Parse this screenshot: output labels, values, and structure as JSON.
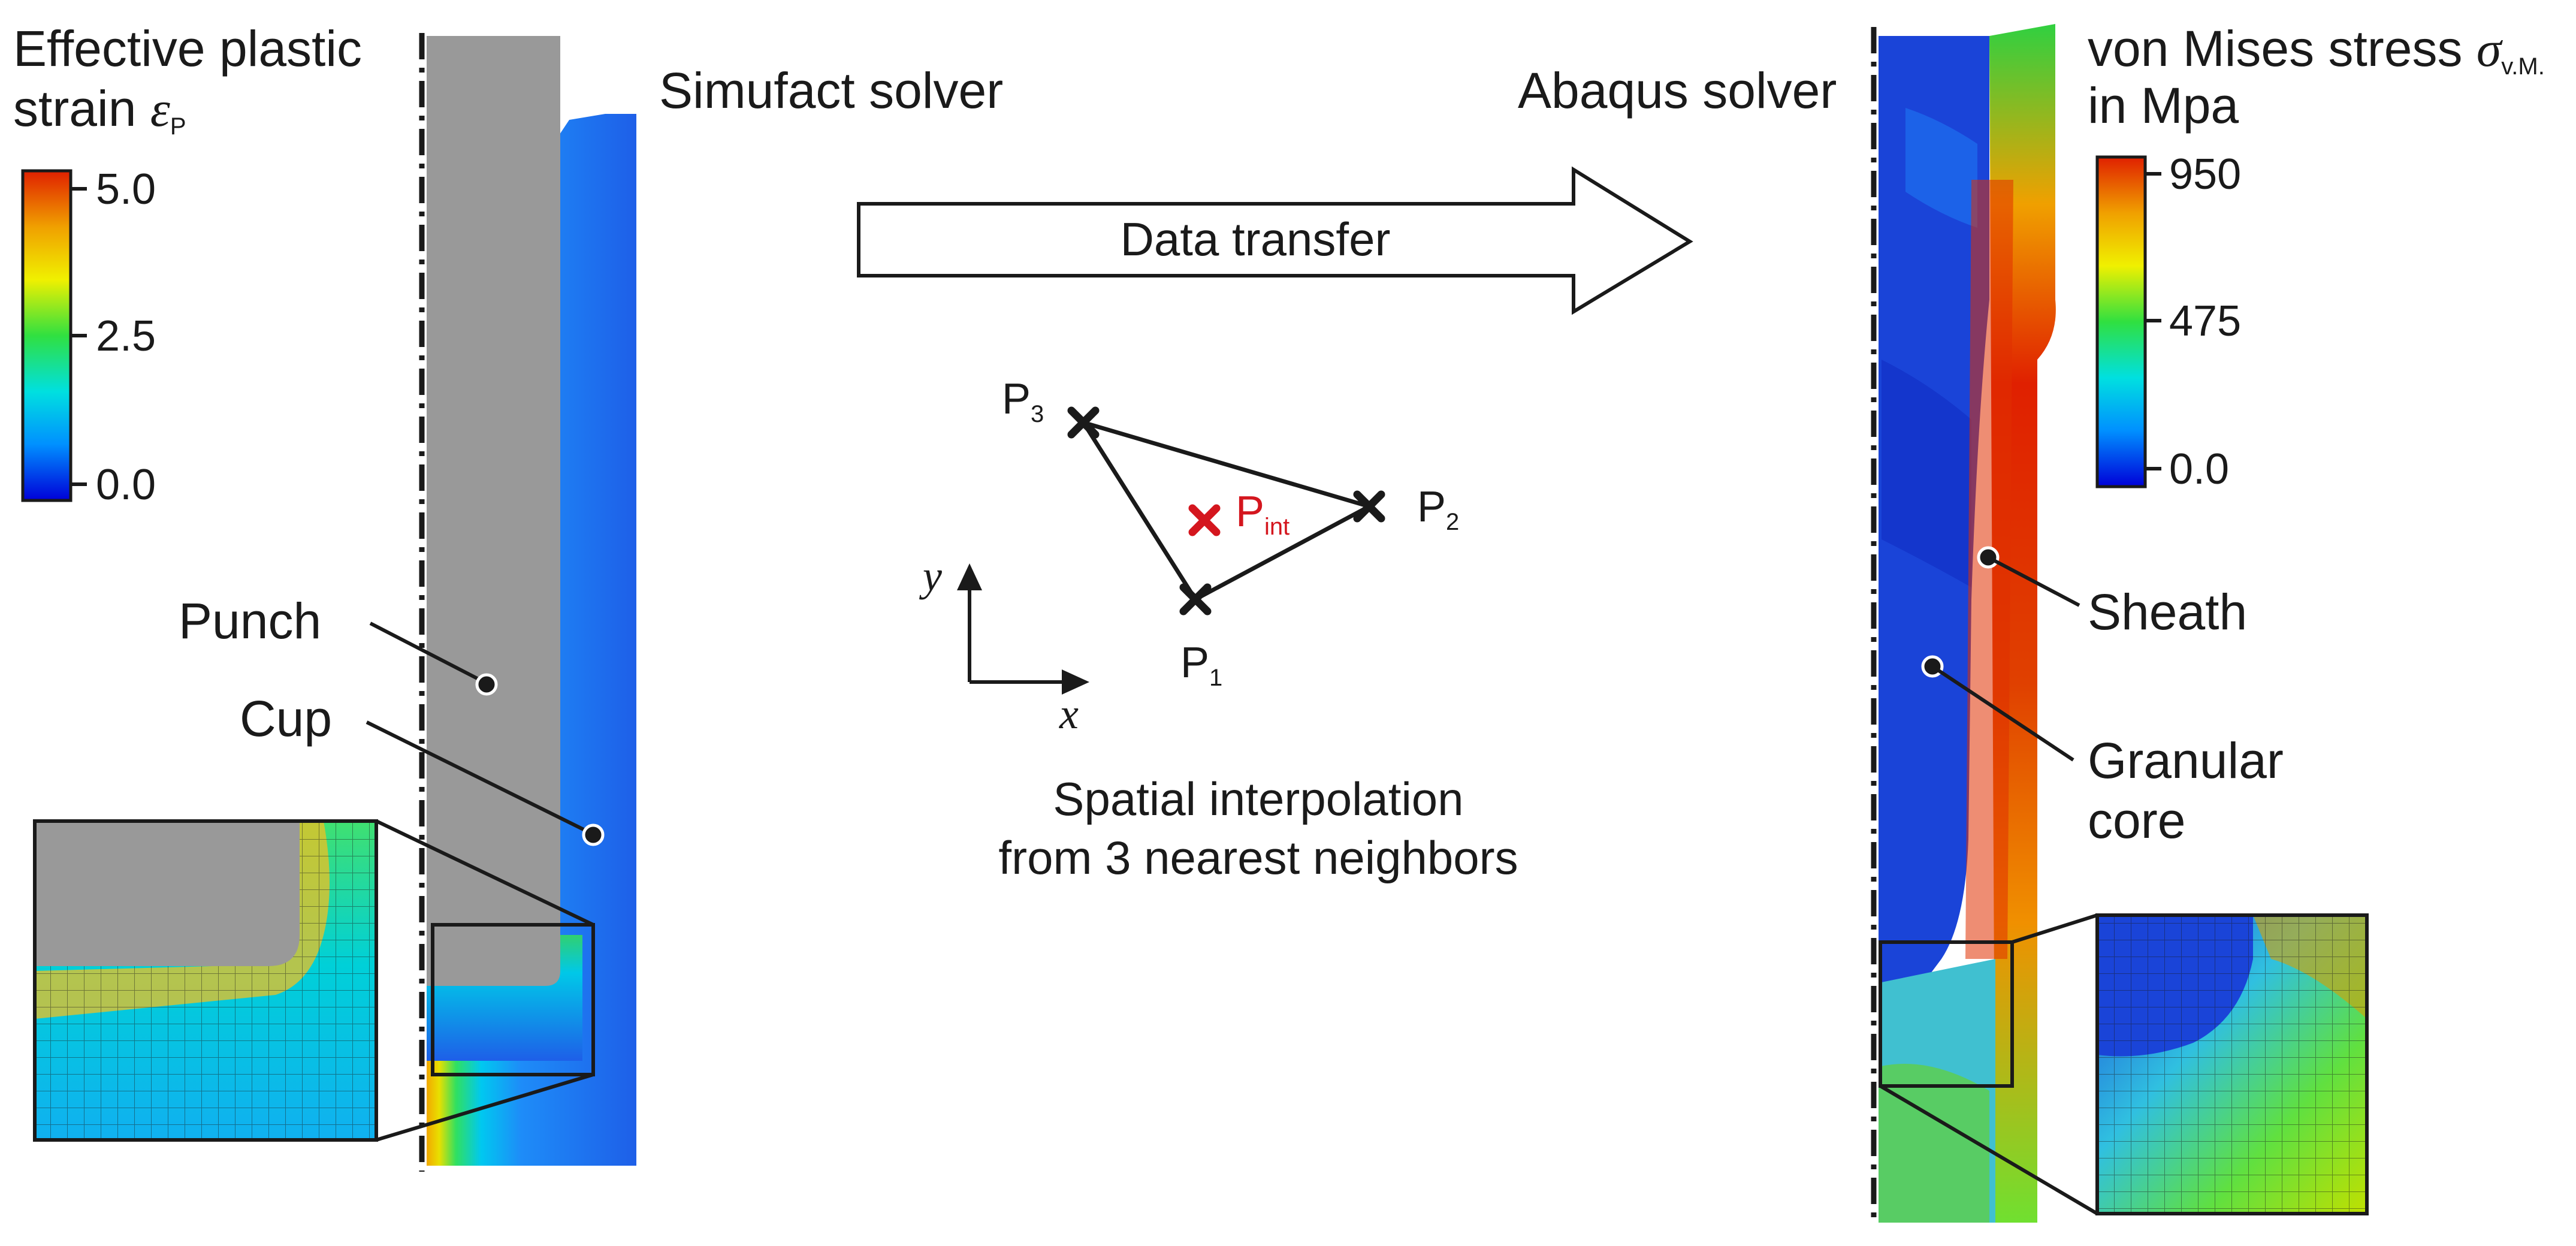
{
  "left_panel": {
    "legend_title_line1": "Effective plastic",
    "legend_title_line2": "strain ",
    "legend_symbol": "ε",
    "legend_symbol_sub": "P",
    "ticks": [
      "5.0",
      "2.5",
      "0.0"
    ],
    "solver_label": "Simufact solver",
    "punch_label": "Punch",
    "cup_label": "Cup"
  },
  "middle": {
    "arrow_label": "Data transfer",
    "p3": "P",
    "p3_sub": "3",
    "p2": "P",
    "p2_sub": "2",
    "p1": "P",
    "p1_sub": "1",
    "pint": "P",
    "pint_sub": "int",
    "axis_x": "x",
    "axis_y": "y",
    "caption_line1": "Spatial interpolation",
    "caption_line2": "from 3 nearest neighbors"
  },
  "right_panel": {
    "solver_label": "Abaqus solver",
    "legend_title_line1": "von Mises stress ",
    "legend_symbol": "σ",
    "legend_symbol_sub": "v.M.",
    "legend_title_line2": "in Mpa",
    "ticks": [
      "950",
      "475",
      "0.0"
    ],
    "sheath_label": "Sheath",
    "core_label_line1": "Granular",
    "core_label_line2": "core"
  },
  "colors": {
    "punch_gray": "#999999",
    "cup_blue": "#1e5fe8",
    "core_blue": "#1a44d8",
    "interp_red": "#d4161e",
    "colormap": [
      "#0000d8",
      "#0090ff",
      "#00e0e0",
      "#30e040",
      "#f0f000",
      "#f0a000",
      "#e02000"
    ]
  },
  "icons": [
    "node-cross-icon",
    "interpolated-point-cross-icon",
    "transfer-arrow-icon"
  ]
}
